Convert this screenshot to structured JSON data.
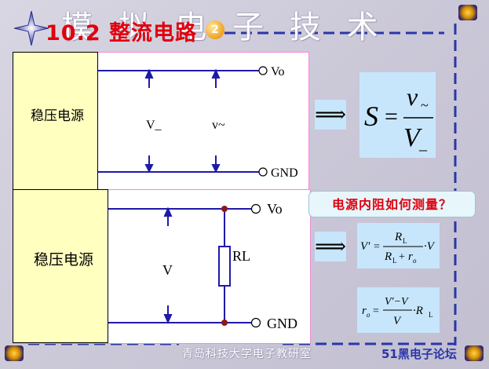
{
  "header": {
    "watermark": "模 拟 电 子 技 术",
    "title": "10.2  整流电路",
    "badge_number": "2"
  },
  "circuit_top": {
    "source_label": "稳压电源",
    "output_vo": "Vo",
    "output_gnd": "GND",
    "label_v_dc": "V_",
    "label_v_ripple": "v~"
  },
  "circuit_bottom": {
    "source_label": "稳压电源",
    "output_vo": "Vo",
    "output_gnd": "GND",
    "label_v": "V",
    "load_label": "RL"
  },
  "formulas": {
    "implies_symbol": "⟹",
    "s_lhs": "S",
    "equals": "=",
    "s_numerator": "v",
    "s_numerator_sub": "~",
    "s_denominator": "V",
    "s_denominator_sub": "_",
    "v_prime_lhs": "V′",
    "v_prime_numer": "R",
    "v_prime_numer_sub": "L",
    "v_prime_denom_r": "R",
    "v_prime_denom_r_sub": "L",
    "v_prime_denom_plus": "+",
    "v_prime_denom_ro": "r",
    "v_prime_denom_ro_sub": "o",
    "v_prime_times": "·V",
    "ro_lhs": "r",
    "ro_lhs_sub": "o",
    "ro_numer": "V′−V",
    "ro_denom": "V",
    "ro_times": "·R",
    "ro_times_sub": "L"
  },
  "question": "电源内阻如何测量？",
  "footer": {
    "credit": "青岛科技大学电子教研室",
    "forum": "51黑电子论坛"
  },
  "colors": {
    "accent_red": "#e0000e",
    "circuit_blue": "#1f1aa8",
    "formula_bg": "#c7e6fc",
    "source_box": "#ffffc0",
    "nav_line": "#2a36a8"
  }
}
